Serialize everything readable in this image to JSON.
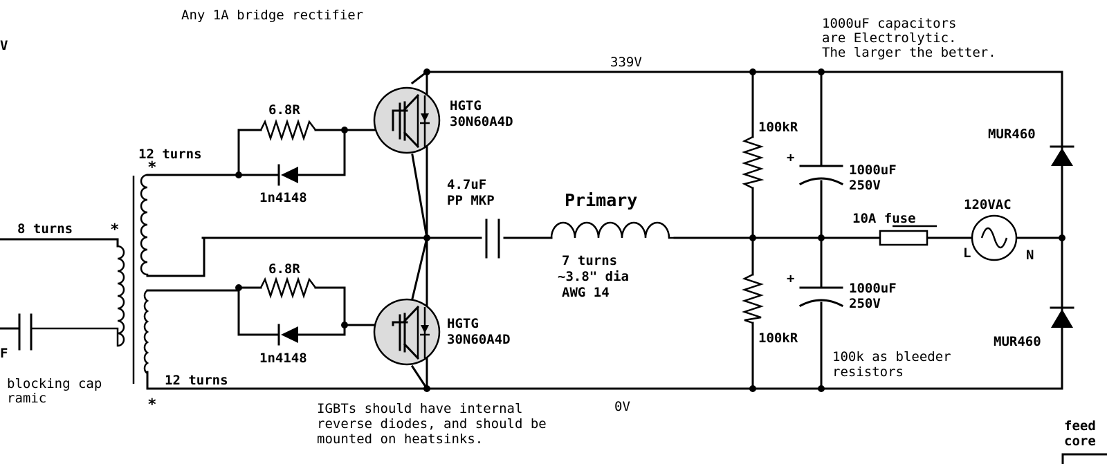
{
  "notes": {
    "bridge": "Any 1A bridge rectifier",
    "caps_line1": "1000uF capacitors",
    "caps_line2": "are Electrolytic.",
    "caps_line3": "The larger the better.",
    "igbt_line1": "IGBTs should have internal",
    "igbt_line2": "reverse diodes, and should be",
    "igbt_line3": "mounted on heatsinks.",
    "bleeder_line1": "100k as bleeder",
    "bleeder_line2": "resistors",
    "left_v": "V",
    "left_f": "F",
    "blocking_line1": "blocking cap",
    "blocking_line2": "ramic",
    "feed_line1": "feed",
    "feed_line2": "core"
  },
  "rails": {
    "top": "339V",
    "bottom": "0V"
  },
  "transformer": {
    "primary_turns": "8 turns",
    "secondary_top_turns": "12 turns",
    "secondary_bottom_turns": "12 turns",
    "dot_mark": "*"
  },
  "gate_resistor_top": "6.8R",
  "gate_resistor_bottom": "6.8R",
  "gate_diode_top": "1n4148",
  "gate_diode_bottom": "1n4148",
  "igbt_top": {
    "line1": "HGTG",
    "line2": "30N60A4D"
  },
  "igbt_bottom": {
    "line1": "HGTG",
    "line2": "30N60A4D"
  },
  "tank_cap": {
    "line1": "4.7uF",
    "line2": "PP MKP"
  },
  "primary_coil": {
    "title": "Primary",
    "line1": "7 turns",
    "line2": "~3.8\" dia",
    "line3": "AWG 14"
  },
  "bleeder_top": "100kR",
  "bleeder_bottom": "100kR",
  "cap_top": {
    "line1": "1000uF",
    "line2": "250V",
    "polarity": "+"
  },
  "cap_bottom": {
    "line1": "1000uF",
    "line2": "250V",
    "polarity": "+"
  },
  "fuse": "10A fuse",
  "source": {
    "label": "120VAC",
    "line_terminal": "L",
    "neutral_terminal": "N"
  },
  "diode_top": "MUR460",
  "diode_bottom": "MUR460"
}
